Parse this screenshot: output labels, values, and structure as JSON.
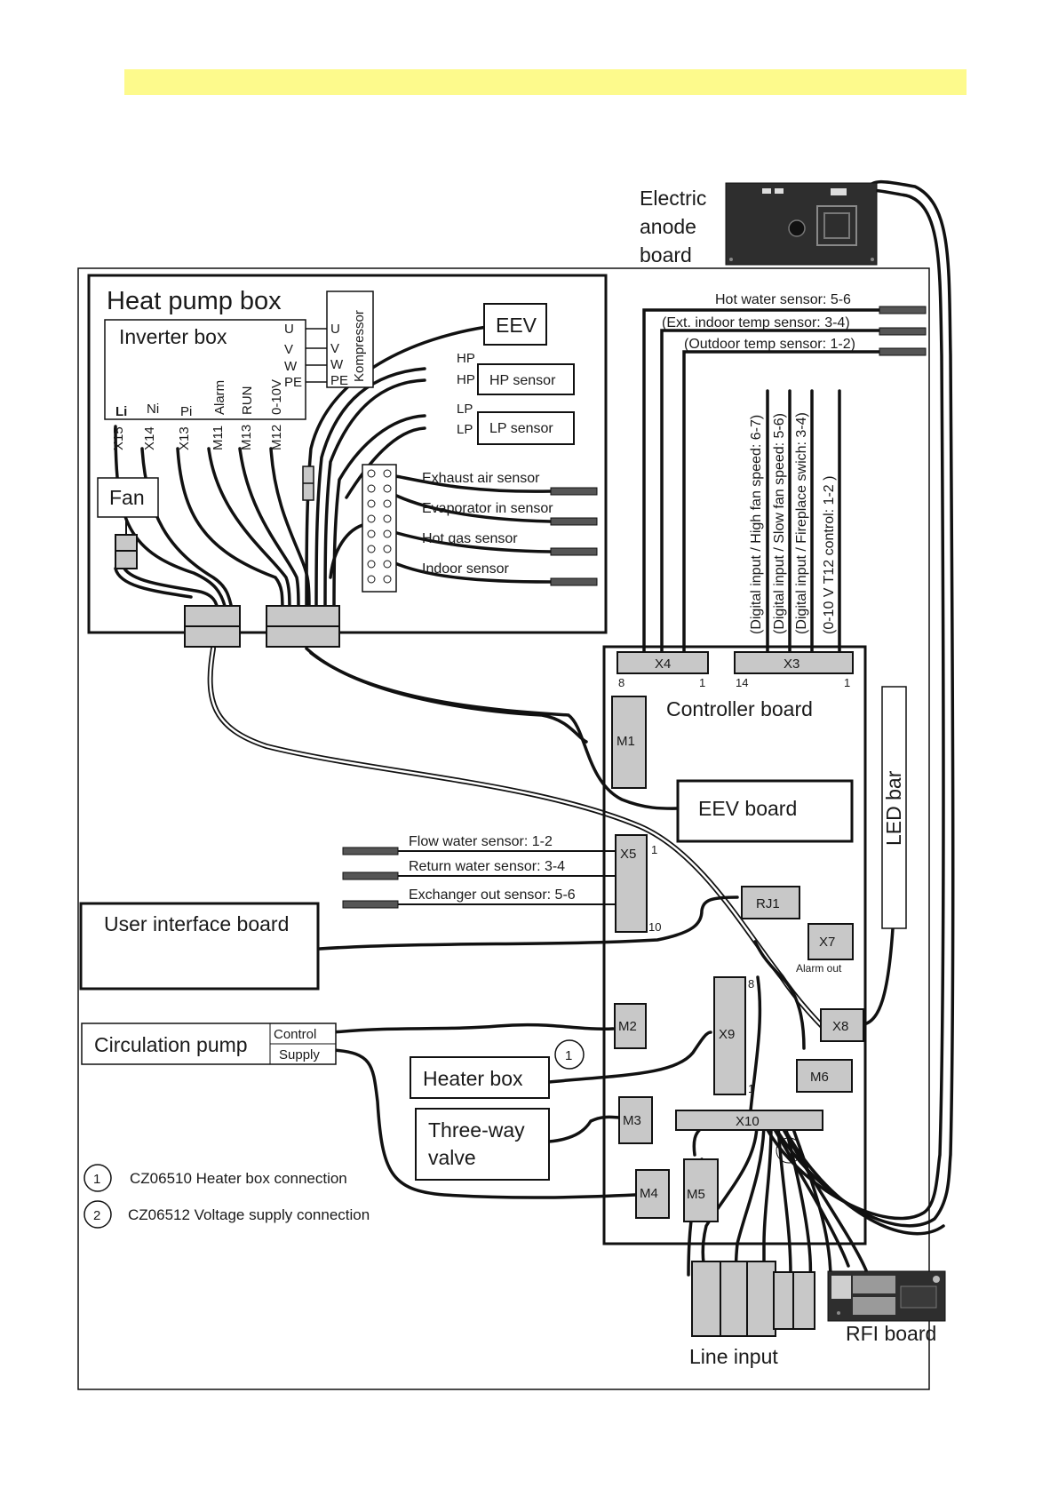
{
  "heat_pump_box": {
    "title": "Heat pump box",
    "inverter_box": {
      "title": "Inverter box",
      "phase_labels": [
        "U",
        "V",
        "W",
        "PE"
      ],
      "terminals": [
        {
          "label": "Li",
          "wire": "X15"
        },
        {
          "label": "Ni",
          "wire": "X14"
        },
        {
          "label": "Pi",
          "wire": "X13"
        },
        {
          "label": "Alarm",
          "wire": "M11"
        },
        {
          "label": "RUN",
          "wire": "M13"
        },
        {
          "label": "0-10V",
          "wire": "M12"
        }
      ]
    },
    "compressor": {
      "label": "Kompressor",
      "terminals": [
        "U",
        "V",
        "W",
        "PE"
      ]
    },
    "fan": "Fan",
    "eev": "EEV",
    "hp_tag": "HP",
    "hp_sensor": "HP sensor",
    "lp_tag": "LP",
    "lp_sensor": "LP sensor",
    "sensors": [
      "Exhaust air sensor",
      "Evaporator in sensor",
      "Hot gas sensor",
      "Indoor sensor"
    ]
  },
  "electric_anode_board": [
    "Electric",
    "anode",
    "board"
  ],
  "top_sensors": [
    "Hot water sensor: 5-6",
    "(Ext. indoor temp sensor: 3-4)",
    "(Outdoor temp sensor: 1-2)"
  ],
  "x3_inputs": [
    "(Digital input / High fan speed: 6-7)",
    "(Digital input / Slow fan speed: 5-6)",
    "(Digital input / Fireplace swich: 3-4)",
    "(0-10 V  T12 control: 1-2 )"
  ],
  "controller": {
    "title": "Controller board",
    "x4": {
      "label": "X4",
      "left": "8",
      "right": "1"
    },
    "x3": {
      "label": "X3",
      "left": "14",
      "right": "1"
    },
    "m1": "M1",
    "eev_board": "EEV board",
    "x5": {
      "label": "X5",
      "top": "1",
      "bottom": "10"
    },
    "rj1": "RJ1",
    "x7": "X7",
    "alarm_out": "Alarm out",
    "x9": {
      "label": "X9",
      "top": "8",
      "bottom": "1"
    },
    "x8": "X8",
    "m2": "M2",
    "m6": "M6",
    "m3": "M3",
    "x10": "X10",
    "m4": "M4",
    "m5": "M5"
  },
  "led_bar": "LED bar",
  "water_sensors": [
    "Flow water sensor: 1-2",
    "Return water sensor: 3-4",
    "Exchanger out sensor: 5-6"
  ],
  "user_interface_board": "User interface board",
  "circulation_pump": {
    "label": "Circulation pump",
    "control": "Control",
    "supply": "Supply"
  },
  "heater_box": "Heater box",
  "three_way_valve": [
    "Three-way",
    "valve"
  ],
  "notes": [
    {
      "num": "1",
      "text": "CZ06510 Heater box connection"
    },
    {
      "num": "2",
      "text": "CZ06512 Voltage supply connection"
    }
  ],
  "line_input": "Line input",
  "rfi_board": "RFI board",
  "colors": {
    "highlight": "#fdfa8c",
    "connector_fill": "#c8c8c8",
    "board_dark": "#2e2e2e",
    "line": "#111111"
  }
}
